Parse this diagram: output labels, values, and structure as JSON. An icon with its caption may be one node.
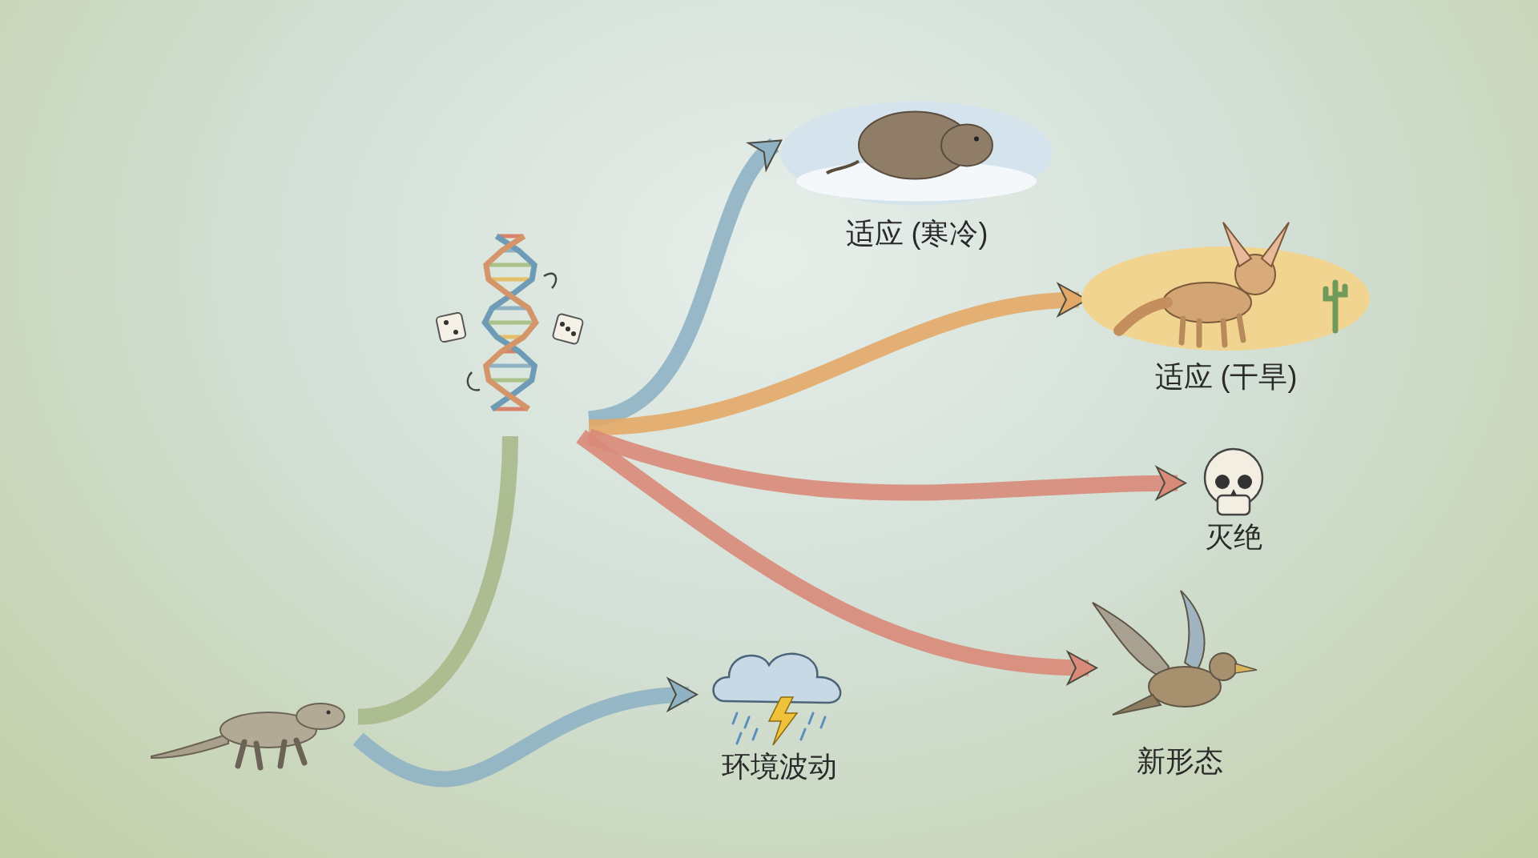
{
  "diagram": {
    "nodes": [
      {
        "text": [],
        "shape": "picture"
      },
      {
        "text": [],
        "shape": "picture"
      },
      {
        "text": [
          "适应 (寒冷)"
        ]
      },
      {
        "text": [
          "适应 (干旱)"
        ]
      },
      {
        "text": [
          "灭绝"
        ]
      },
      {
        "text": [
          "新形态"
        ]
      },
      {
        "text": [
          "环境波动"
        ]
      }
    ],
    "edges": [
      {
        "from": 0,
        "to": 1,
        "arrow": "none",
        "color": "#a9b98a"
      },
      {
        "from": 1,
        "to": 2,
        "arrow": "to",
        "color": "#8fb3c4"
      },
      {
        "from": 1,
        "to": 3,
        "arrow": "to",
        "color": "#e3a867"
      },
      {
        "from": 1,
        "to": 4,
        "arrow": "to",
        "color": "#d98a78"
      },
      {
        "from": 1,
        "to": 5,
        "arrow": "to",
        "color": "#d98a78"
      },
      {
        "from": 0,
        "to": 6,
        "arrow": "to",
        "color": "#8fb3c4"
      }
    ]
  }
}
